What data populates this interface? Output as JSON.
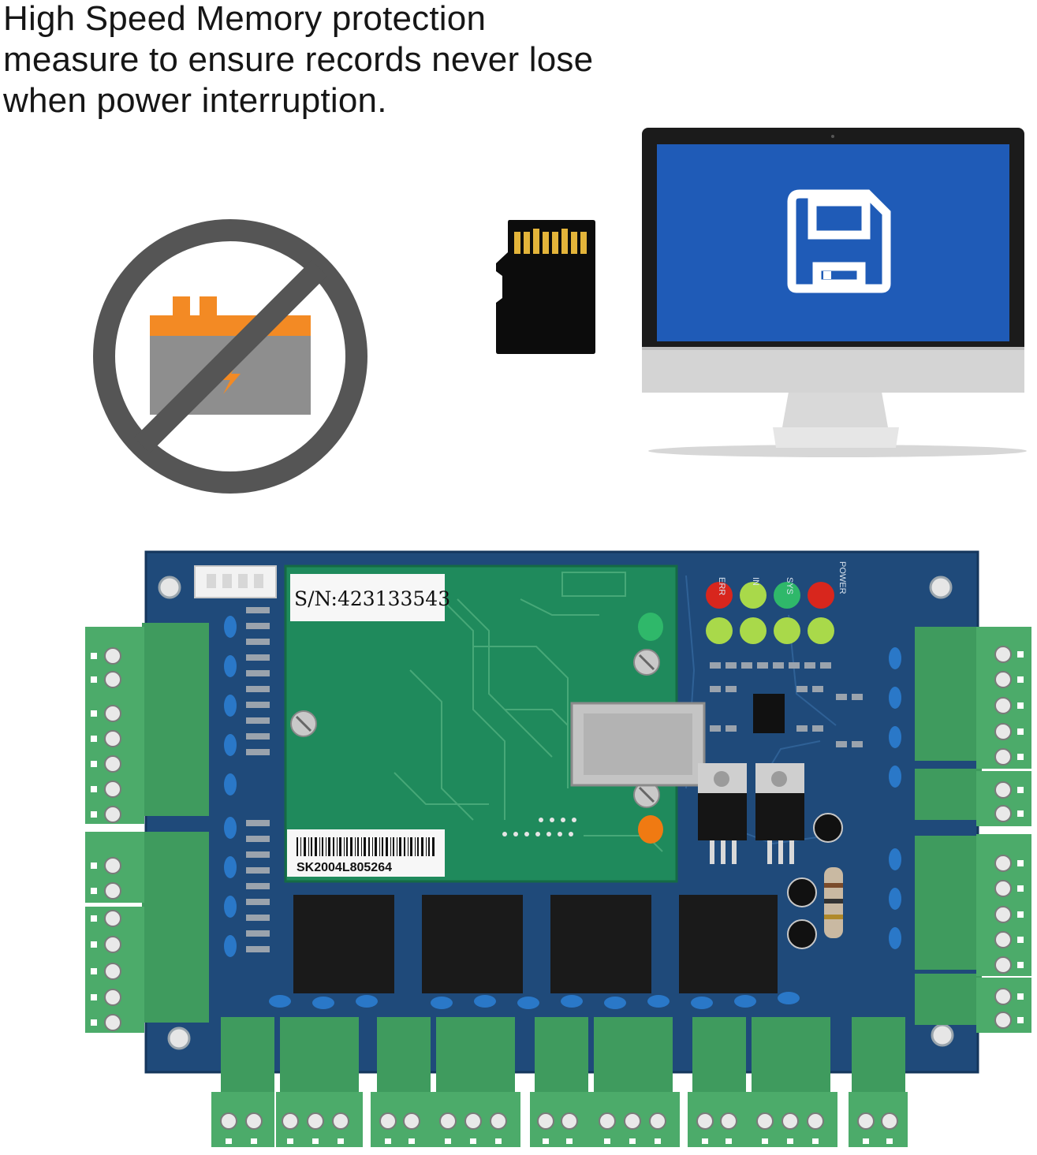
{
  "headline": {
    "line1": "High Speed Memory protection",
    "line2": "measure to ensure records never lose",
    "line3": "when power interruption."
  },
  "icons": {
    "no_battery": "no-battery-icon",
    "sd_card": "micro-sd-card-icon",
    "monitor": "monitor-icon",
    "save": "floppy-disk-save-icon"
  },
  "board": {
    "serial_label": "S/N:423133543",
    "barcode_text": "SK2004L805264",
    "led_labels": [
      "ERR",
      "IN",
      "SYS",
      "POWER"
    ]
  },
  "colors": {
    "board_blue": "#1f4a7a",
    "module_green": "#1f8a5c",
    "terminal_green": "#4cab6a",
    "screen_blue": "#1f5bb7",
    "battery_orange": "#f38a24",
    "prohibit_gray": "#555555"
  }
}
